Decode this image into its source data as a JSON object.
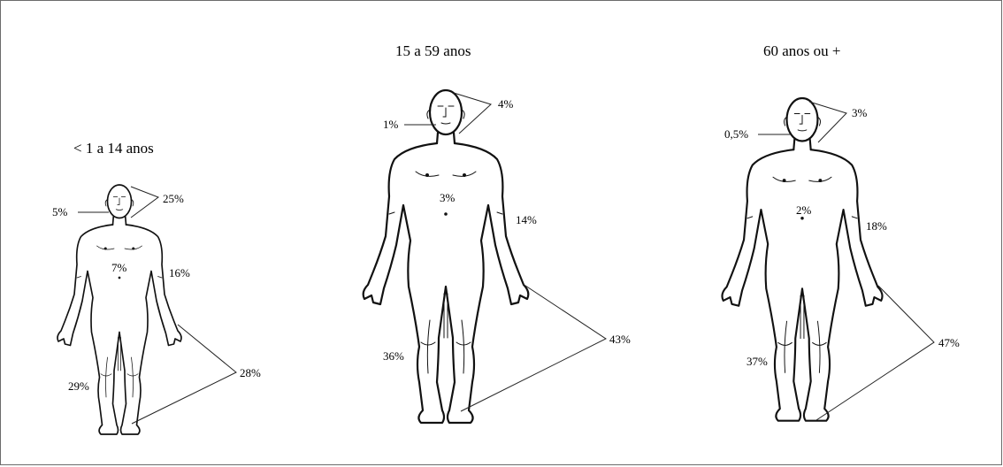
{
  "groups": [
    {
      "title": "< 1 a 14 anos",
      "labels": {
        "face": "5%",
        "head": "25%",
        "trunk": "7%",
        "arm": "16%",
        "leg": "29%",
        "feet_hands": "28%"
      }
    },
    {
      "title": "15 a 59 anos",
      "labels": {
        "face": "1%",
        "head": "4%",
        "trunk": "3%",
        "arm": "14%",
        "leg": "36%",
        "feet_hands": "43%"
      }
    },
    {
      "title": "60 anos ou +",
      "labels": {
        "face": "0,5%",
        "head": "3%",
        "trunk": "2%",
        "arm": "18%",
        "leg": "37%",
        "feet_hands": "47%"
      }
    }
  ],
  "colors": {
    "line": "#111111",
    "border": "#6b6b6b",
    "background": "#ffffff"
  }
}
